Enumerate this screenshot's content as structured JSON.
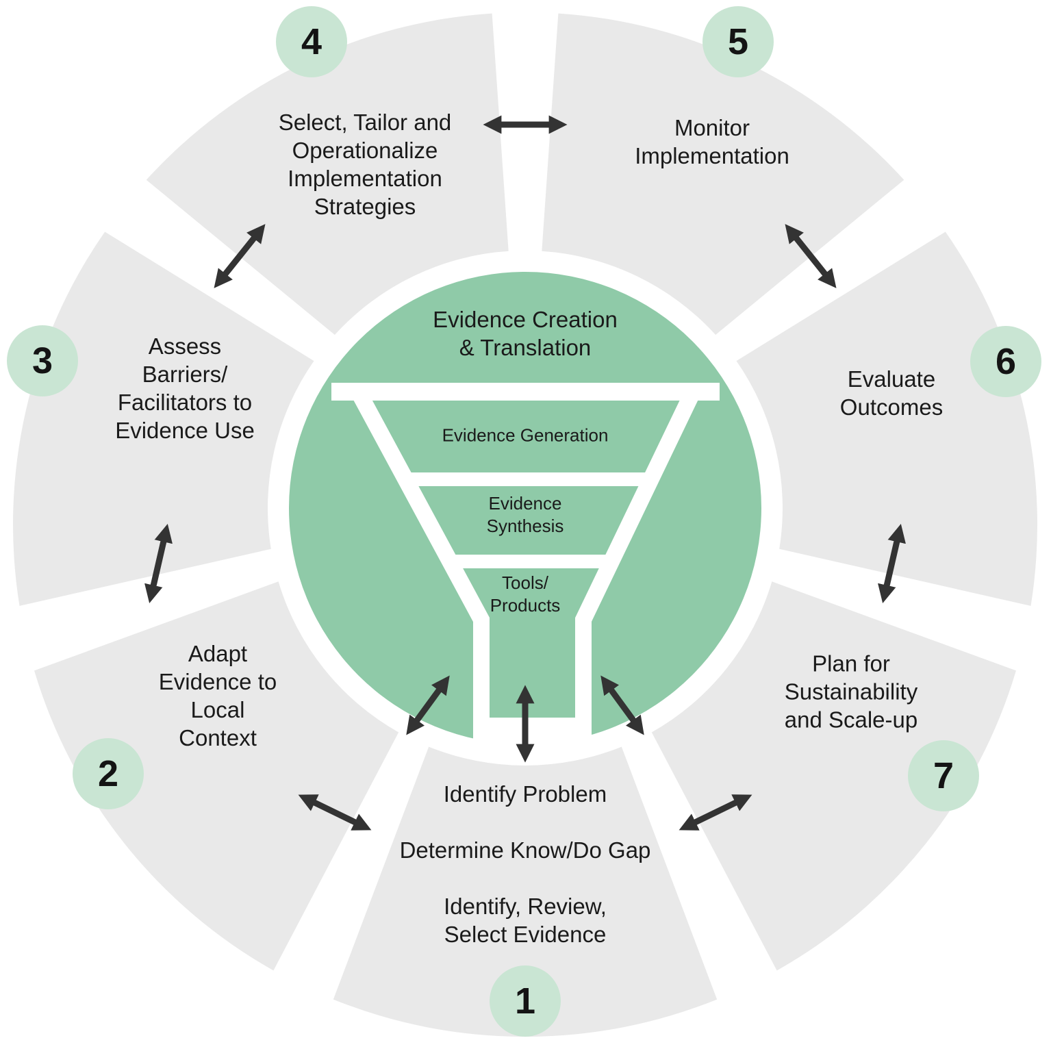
{
  "center": {
    "title": "Evidence Creation\n& Translation",
    "funnel_sections": [
      "Evidence Generation",
      "Evidence\nSynthesis",
      "Tools/\nProducts"
    ]
  },
  "steps": [
    {
      "number": "1",
      "label": "Identify Problem\n\nDetermine Know/Do Gap\n\nIdentify, Review,\nSelect Evidence"
    },
    {
      "number": "2",
      "label": "Adapt\nEvidence to\nLocal\nContext"
    },
    {
      "number": "3",
      "label": "Assess\nBarriers/\nFacilitators to\nEvidence Use"
    },
    {
      "number": "4",
      "label": "Select, Tailor and\nOperationalize\nImplementation\nStrategies"
    },
    {
      "number": "5",
      "label": "Monitor\nImplementation"
    },
    {
      "number": "6",
      "label": "Evaluate\nOutcomes"
    },
    {
      "number": "7",
      "label": "Plan for\nSustainability\nand Scale-up"
    }
  ],
  "colors": {
    "center_green": "#8FCAA8",
    "badge_green": "#C9E5D3",
    "segment_gray": "#E9E9E9",
    "arrow_dark": "#333333",
    "text_dark": "#1A1A1A"
  }
}
